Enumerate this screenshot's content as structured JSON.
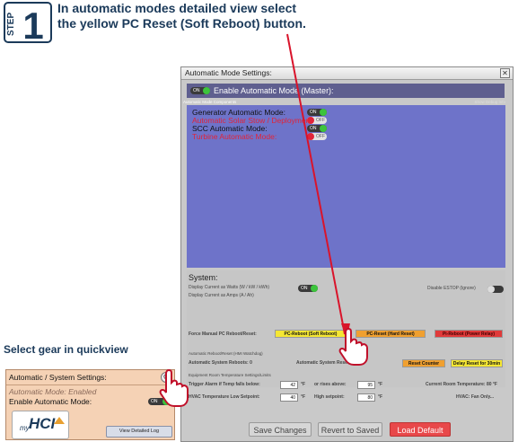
{
  "step": {
    "badge_word": "STEP",
    "badge_number": "1",
    "instruction_line1": "In automatic modes detailed view select",
    "instruction_line2": "the yellow PC Reset (Soft Reboot) button."
  },
  "window": {
    "title": "Automatic Mode Settings:",
    "close_glyph": "✕",
    "master_toggle": "ON",
    "master_label": "Enable Automatic Mode (Master):",
    "components_label": "Automatic Mode Components",
    "show_debug_label": "Show Debug Info",
    "components": [
      {
        "label": "Generator Automatic Mode:",
        "state": "ON",
        "enabled": true
      },
      {
        "label": "Automatic Solar Stow / Deployment:",
        "state": "OFF",
        "enabled": false
      },
      {
        "label": "SCC Automatic Mode:",
        "state": "ON",
        "enabled": true
      },
      {
        "label": "Turbine Automatic Mode:",
        "state": "OFF",
        "enabled": false
      }
    ],
    "system": {
      "title": "System:",
      "display_watts": "Display Current as Watts (W / kW / kWh)",
      "display_amps": "Display Current as Amps (A / Ah)",
      "disable_estop": "Disable ESTOP (Ignore)",
      "watts_toggle": "ON",
      "force_reboot_label": "Force Manual PC Reboot/Reset:",
      "pc_soft": "PC-Reboot (Soft Reboot)",
      "pc_hard": "PC-Reset (Hard Reset)",
      "pi_reboot": "Pi-Reboot (Power Relay)",
      "auto_reboot_section": "Automatic Reboot/Reset (HMI Watchdog)",
      "auto_system_reboots": "Automatic System Reboots: 0",
      "auto_system_resets": "Automatic System Resets: 0",
      "reset_counter": "Reset Counter",
      "delay_reset": "Delay Reset for 30min"
    },
    "equipment": {
      "section_label": "Equipment Room Temperature Settings/Limits",
      "trigger_label": "Trigger Alarm if Temp falls below:",
      "trigger_low": "42",
      "or_rises": "or rises above:",
      "trigger_high": "95",
      "unit": "°F",
      "current_temp": "Current Room Temperature: 80 °F",
      "hvac_low_label": "HVAC Temperature Low Setpoint:",
      "hvac_low": "40",
      "high_setpoint_label": "High setpoint:",
      "hvac_high": "80",
      "hvac_status": "HVAC: Fan Only..."
    },
    "footer": {
      "save": "Save Changes",
      "revert": "Revert to Saved",
      "load_default": "Load Default"
    }
  },
  "quickview": {
    "heading": "Select gear in quickview",
    "title": "Automatic / System Settings:",
    "mode_status": "Automatic Mode: Enabled",
    "enable_label": "Enable Automatic Mode:",
    "toggle": "ON",
    "logo": "HCI",
    "logo_prefix": "my",
    "view_log": "View Detailed Log"
  },
  "colors": {
    "brand_navy": "#1b3a5a",
    "panel_blue": "#6e73c9",
    "pc_soft_yellow": "#f5e733",
    "pc_hard_orange": "#f0a030",
    "pi_red": "#e03a3a",
    "arrow_red": "#d9142b"
  }
}
